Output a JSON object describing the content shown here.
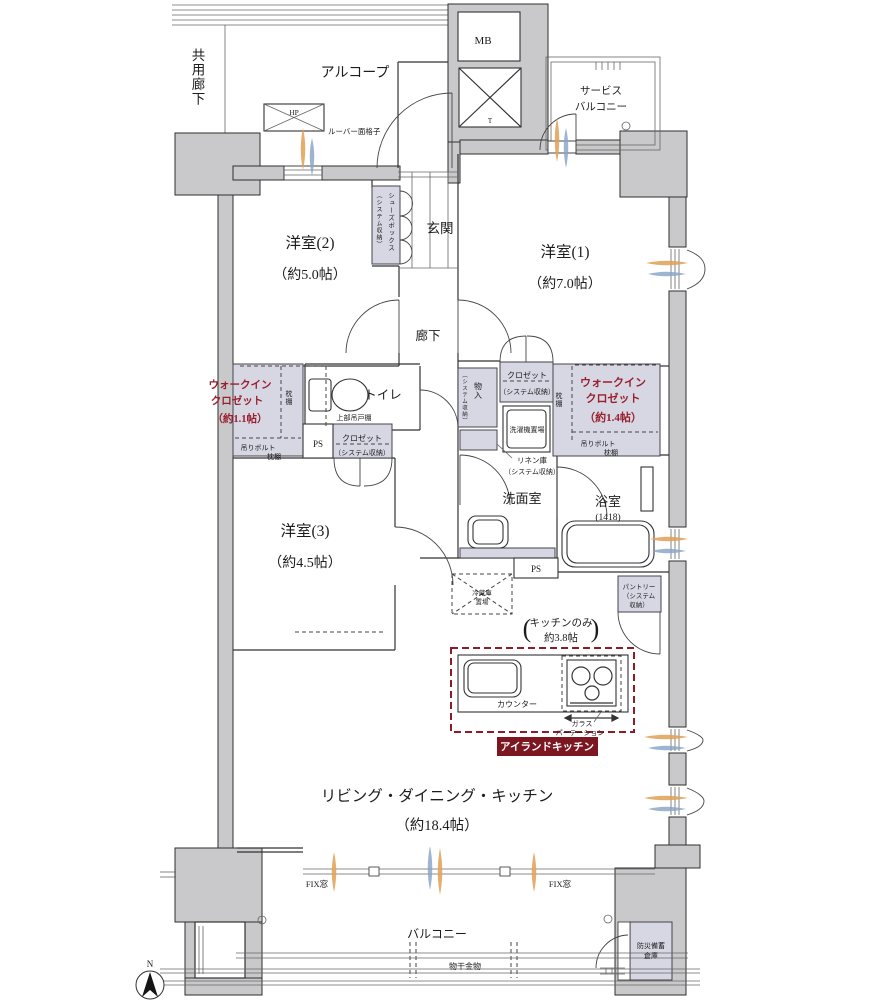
{
  "meta": {
    "kind": "apartment-floor-plan"
  },
  "colors": {
    "wall_gray": "#c9c9cb",
    "storage_lavender": "#d7d7e3",
    "accent_red": "#9a1f2d",
    "banner_red": "#7c1722",
    "airflow_orange": "#dfa055",
    "airflow_blue": "#86a3c6"
  },
  "labels": {
    "common_corridor": "共用廊下",
    "alcove": "アルコープ",
    "hp": "HP",
    "louver": "ルーバー面格子",
    "mb": "MB",
    "elevator": "T",
    "service_balcony_l1": "サービス",
    "service_balcony_l2": "バルコニー",
    "entrance": "玄関",
    "shoes_main": "シューズボックス",
    "shoes_sub": "（システム収納）",
    "room2": "洋室(2)",
    "room2_size": "（約5.0帖）",
    "room1": "洋室(1)",
    "room1_size": "（約7.0帖）",
    "hall": "廊下",
    "wic2_l1": "ウォークイン",
    "wic2_l2": "クロゼット",
    "wic2_l3": "（約1.1帖）",
    "wic2_shelf": "枕棚",
    "wic2_bolt": "吊りボルト",
    "wic2_shelf2": "枕棚",
    "toilet": "トイレ",
    "toilet_shelf": "上部吊戸棚",
    "ps_upper": "PS",
    "closet_r3_l1": "クロゼット",
    "closet_r3_l2": "（システム収納）",
    "room3": "洋室(3)",
    "room3_size": "（約4.5帖）",
    "monoire_main": "物入",
    "monoire_sub": "（システム収納）",
    "closet_r1_l1": "クロゼット",
    "closet_r1_l2": "（システム収納）",
    "washer": "洗濯機置場",
    "wic1_l1": "ウォークイン",
    "wic1_l2": "クロゼット",
    "wic1_l3": "（約1.4帖）",
    "wic1_shelf": "枕棚",
    "wic1_bolt": "吊りボルト",
    "wic1_shelf2": "枕棚",
    "linen_l1": "リネン庫",
    "linen_l2": "（システム収納）",
    "washroom": "洗面室",
    "bath": "浴室",
    "bath_size": "(1418)",
    "pantry_l1": "パントリー",
    "pantry_l2": "（システム",
    "pantry_l3": "収納）",
    "fridge_l1": "冷蔵庫",
    "fridge_l2": "置場",
    "ps_lower": "PS",
    "kitchen_only_l1": "キッチンのみ",
    "kitchen_only_l2": "約3.8帖",
    "paren_open": "(",
    "paren_close": ")",
    "counter": "カウンター",
    "glass_l1": "ガラス",
    "glass_l2": "パーテーション",
    "island_kitchen": "アイランドキッチン",
    "ldk": "リビング・ダイニング・キッチン",
    "ldk_size": "（約18.4帖）",
    "fix_window_left": "FIX窓",
    "fix_window_right": "FIX窓",
    "balcony": "バルコニー",
    "drying": "物干金物",
    "disaster_l1": "防災備蓄",
    "disaster_l2": "倉庫",
    "compass_n": "N"
  }
}
